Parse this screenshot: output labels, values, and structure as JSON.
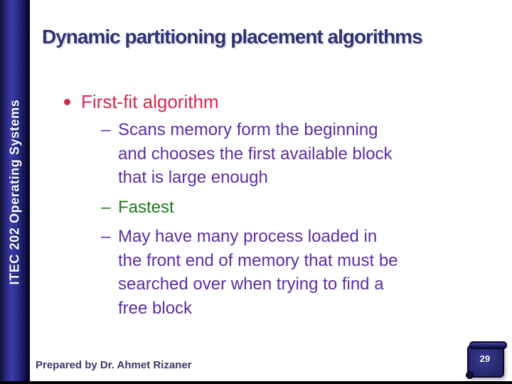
{
  "slide": {
    "title": "Dynamic partitioning placement algorithms",
    "sidebar_text": "ITEC 202 Operating Systems",
    "footer": "Prepared by Dr. Ahmet Rizaner",
    "page_number": "29"
  },
  "content": {
    "bullet_glyph": "•",
    "dash_glyph": "–",
    "bullet": {
      "label": "First-fit algorithm"
    },
    "sub_bullets": [
      {
        "text": "Scans memory form the beginning\nand chooses the first available block\nthat is large enough",
        "color": "purple"
      },
      {
        "text": "Fastest",
        "color": "green"
      },
      {
        "text": "May have many process loaded in\nthe front end of memory that must be\nsearched over when trying to find a\nfree block",
        "color": "purple"
      }
    ]
  },
  "colors": {
    "title_navy": "#2e3273",
    "accent_red": "#d3294d",
    "body_purple": "#5c2da0",
    "highlight_green": "#1e7a1e",
    "footer_slate": "#3d3869",
    "sidebar_blue": "#34349a",
    "scroll_navy": "#2a2a74"
  }
}
